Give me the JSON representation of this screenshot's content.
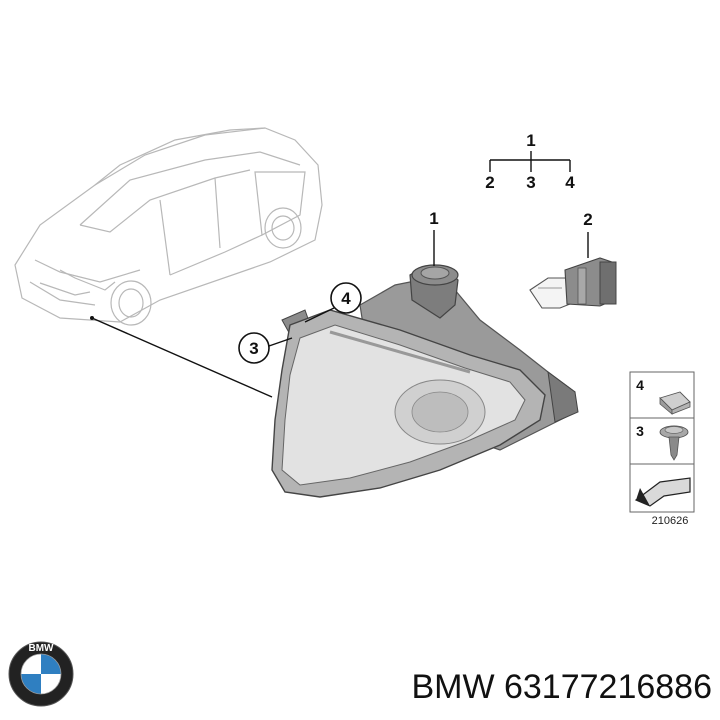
{
  "tree": {
    "root": "1",
    "children": [
      "2",
      "3",
      "4"
    ]
  },
  "callouts": {
    "lamp": "1",
    "bulb": "2",
    "screw": "3",
    "clip": "4"
  },
  "legend": {
    "items": [
      "4",
      "3"
    ]
  },
  "diagram_code": "210626",
  "brand": {
    "logo_text": "BMW",
    "part_label": "BMW 63177216886"
  },
  "colors": {
    "line": "#111111",
    "lamp_housing": "#8a8a8a",
    "lamp_lens": "#e6e6e6",
    "logo_blue": "#2f7fc1"
  }
}
